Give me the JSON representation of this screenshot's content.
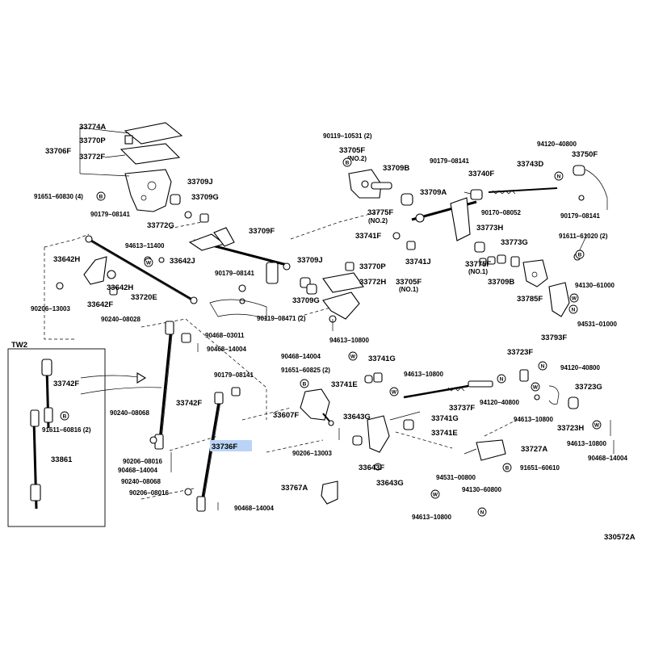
{
  "highlighted_label": "33736F",
  "highlight_color": "#b9d4f6",
  "figure_code": "330572A",
  "inset_title": "TW2",
  "labels": {
    "l33774A": "33774A",
    "l33770P": "33770P",
    "l33706F": "33706F",
    "l33772F": "33772F",
    "l33709J_a": "33709J",
    "l91651_60830": "91651–60830 (4)",
    "l33709G_a": "33709G",
    "l90179_08141_a": "90179–08141",
    "l33772G": "33772G",
    "l94613_11400": "94613–11400",
    "l33709F_a": "33709F",
    "l33642H_a": "33642H",
    "l33642J": "33642J",
    "l33642H_b": "33642H",
    "l33720E": "33720E",
    "l33642F": "33642F",
    "l90206_13003_a": "90206–13003",
    "l90179_08141_b": "90179–08141",
    "l90240_08028": "90240–08028",
    "l90119_08471": "90119–08471 (2)",
    "l33709J_b": "33709J",
    "l33770P_b": "33770P",
    "l33772H": "33772H",
    "l33705F_b": "33705F",
    "l33705F_b_sub": "(NO.1)",
    "l33709G_b": "33709G",
    "l90468_03011": "90468–03011",
    "l90468_14004_a": "90468–14004",
    "l90179_08141_c": "90179–08141",
    "l90119_10531": "90119–10531 (2)",
    "l33705F_a": "33705F",
    "l33705F_a_sub": "(NO.2)",
    "l33709B_a": "33709B",
    "l90179_08141_d": "90179–08141",
    "l33740F": "33740F",
    "l33743D": "33743D",
    "l94120_40800_a": "94120–40800",
    "l33750F": "33750F",
    "l33709A": "33709A",
    "l33775F_a": "33775F",
    "l33775F_a_sub": "(NO.2)",
    "l90170_08052": "90170–08052",
    "l90179_08141_e": "90179–08141",
    "l33741F": "33741F",
    "l33741J": "33741J",
    "l33773H": "33773H",
    "l33773G": "33773G",
    "l91611_61020": "91611–61020 (2)",
    "l33775F_b": "33775F",
    "l33775F_b_sub": "(NO.1)",
    "l33709B_b": "33709B",
    "l94130_61000": "94130–61000",
    "l33785F": "33785F",
    "l94531_01000": "94531–01000",
    "l33793F": "33793F",
    "l94613_10800_a": "94613–10800",
    "l90468_14004_b": "90468–14004",
    "l33741G_a": "33741G",
    "l91651_60825": "91651–60825 (2)",
    "l94613_10800_b": "94613–10800",
    "l33741E_a": "33741E",
    "l33723F": "33723F",
    "l94120_40800_b": "94120–40800",
    "l33723G": "33723G",
    "l33737F": "33737F",
    "l94120_40800_c": "94120–40800",
    "l94613_10800_c": "94613–10800",
    "l33723H": "33723H",
    "l94613_10800_d": "94613–10800",
    "l90468_14004_c": "90468–14004",
    "l33607F": "33607F",
    "l33643G_a": "33643G",
    "l33741G_b": "33741G",
    "l33741E_b": "33741E",
    "l90206_13003_b": "90206–13003",
    "l33727A": "33727A",
    "l33643F": "33643F",
    "l91651_60610": "91651–60610",
    "l33643G_b": "33643G",
    "l94531_00800": "94531–00800",
    "l94130_60800": "94130–60800",
    "l33767A": "33767A",
    "l94613_10800_e": "94613–10800",
    "l33742F_a": "33742F",
    "l90240_08068_a": "90240–08068",
    "l33736F": "33736F",
    "l90206_08016_a": "90206–08016",
    "l90468_14004_d": "90468–14004",
    "l90240_08068_b": "90240–08068",
    "l90206_08016_b": "90206–08016",
    "l90468_14004_e": "90468–14004",
    "l33742F_b": "33742F",
    "l91611_60816": "91611–60816 (2)",
    "l33861": "33861"
  },
  "symbols": {
    "B": "B",
    "W": "W",
    "N": "N"
  }
}
